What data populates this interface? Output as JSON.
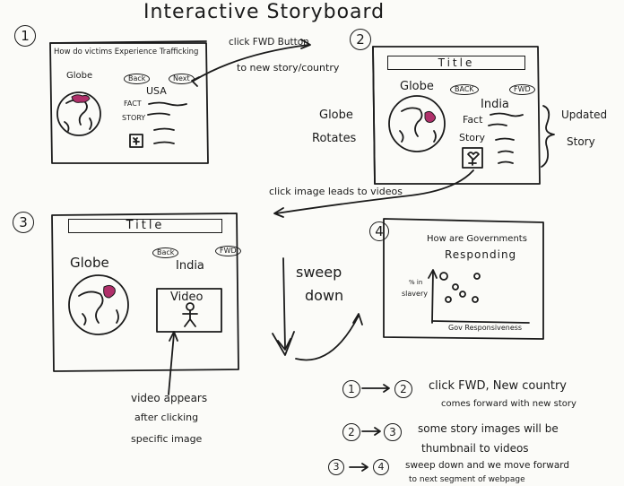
{
  "heading": "Interactive Storyboard",
  "panel1": {
    "number": "1",
    "title": "How do victims Experience Trafficking",
    "globe": "Globe",
    "back": "Back",
    "next": "Next",
    "country": "USA",
    "fact": "FACT",
    "story": "STORY"
  },
  "arrow12_note": [
    "click FWD Button",
    "to new story/country"
  ],
  "panel2": {
    "number": "2",
    "title": "Title",
    "globe": "Globe",
    "back": "BACK",
    "fwd": "FWD",
    "country": "India",
    "fact": "Fact",
    "story": "Story",
    "side_left": [
      "Globe",
      "Rotates"
    ],
    "side_right": [
      "Updated",
      "Story"
    ]
  },
  "arrow23_note": "click image leads to videos",
  "panel3": {
    "number": "3",
    "title": "Title",
    "globe": "Globe",
    "back": "Back",
    "fwd": "FWD",
    "country": "India",
    "video": "Video",
    "caption": [
      "video appears",
      "after clicking",
      "specific image"
    ]
  },
  "sweep_note": [
    "sweep",
    "down"
  ],
  "panel4": {
    "number": "4",
    "title": [
      "How are Governments",
      "Responding"
    ],
    "ylabel": [
      "% in",
      "slavery"
    ],
    "xlabel": "Gov Responsiveness"
  },
  "legend": [
    {
      "from": "1",
      "to": "2",
      "lines": [
        "click FWD, New country",
        "comes forward with new story"
      ]
    },
    {
      "from": "2",
      "to": "3",
      "lines": [
        "some story images will be",
        "thumbnail to videos"
      ]
    },
    {
      "from": "3",
      "to": "4",
      "lines": [
        "sweep down and we move forward",
        "to next segment of webpage"
      ]
    }
  ],
  "colors": {
    "ink": "#1b1b1b",
    "marker": "#b0306a",
    "paper": "#fbfbf8"
  }
}
